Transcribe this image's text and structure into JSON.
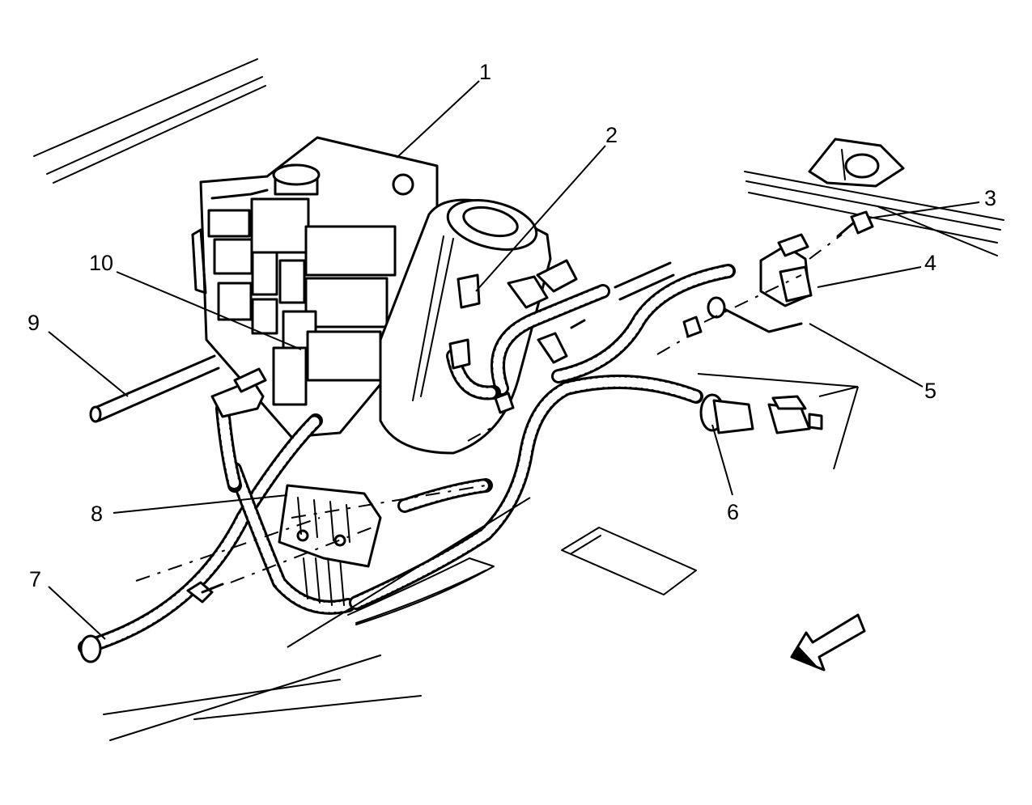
{
  "callouts": [
    {
      "id": "1",
      "label": "1"
    },
    {
      "id": "2",
      "label": "2"
    },
    {
      "id": "3",
      "label": "3"
    },
    {
      "id": "4",
      "label": "4"
    },
    {
      "id": "5",
      "label": "5"
    },
    {
      "id": "6",
      "label": "6"
    },
    {
      "id": "7",
      "label": "7"
    },
    {
      "id": "8",
      "label": "8"
    },
    {
      "id": "9",
      "label": "9"
    },
    {
      "id": "10",
      "label": "10"
    }
  ],
  "icons": {
    "direction_arrow": "forward-arrow-icon"
  }
}
